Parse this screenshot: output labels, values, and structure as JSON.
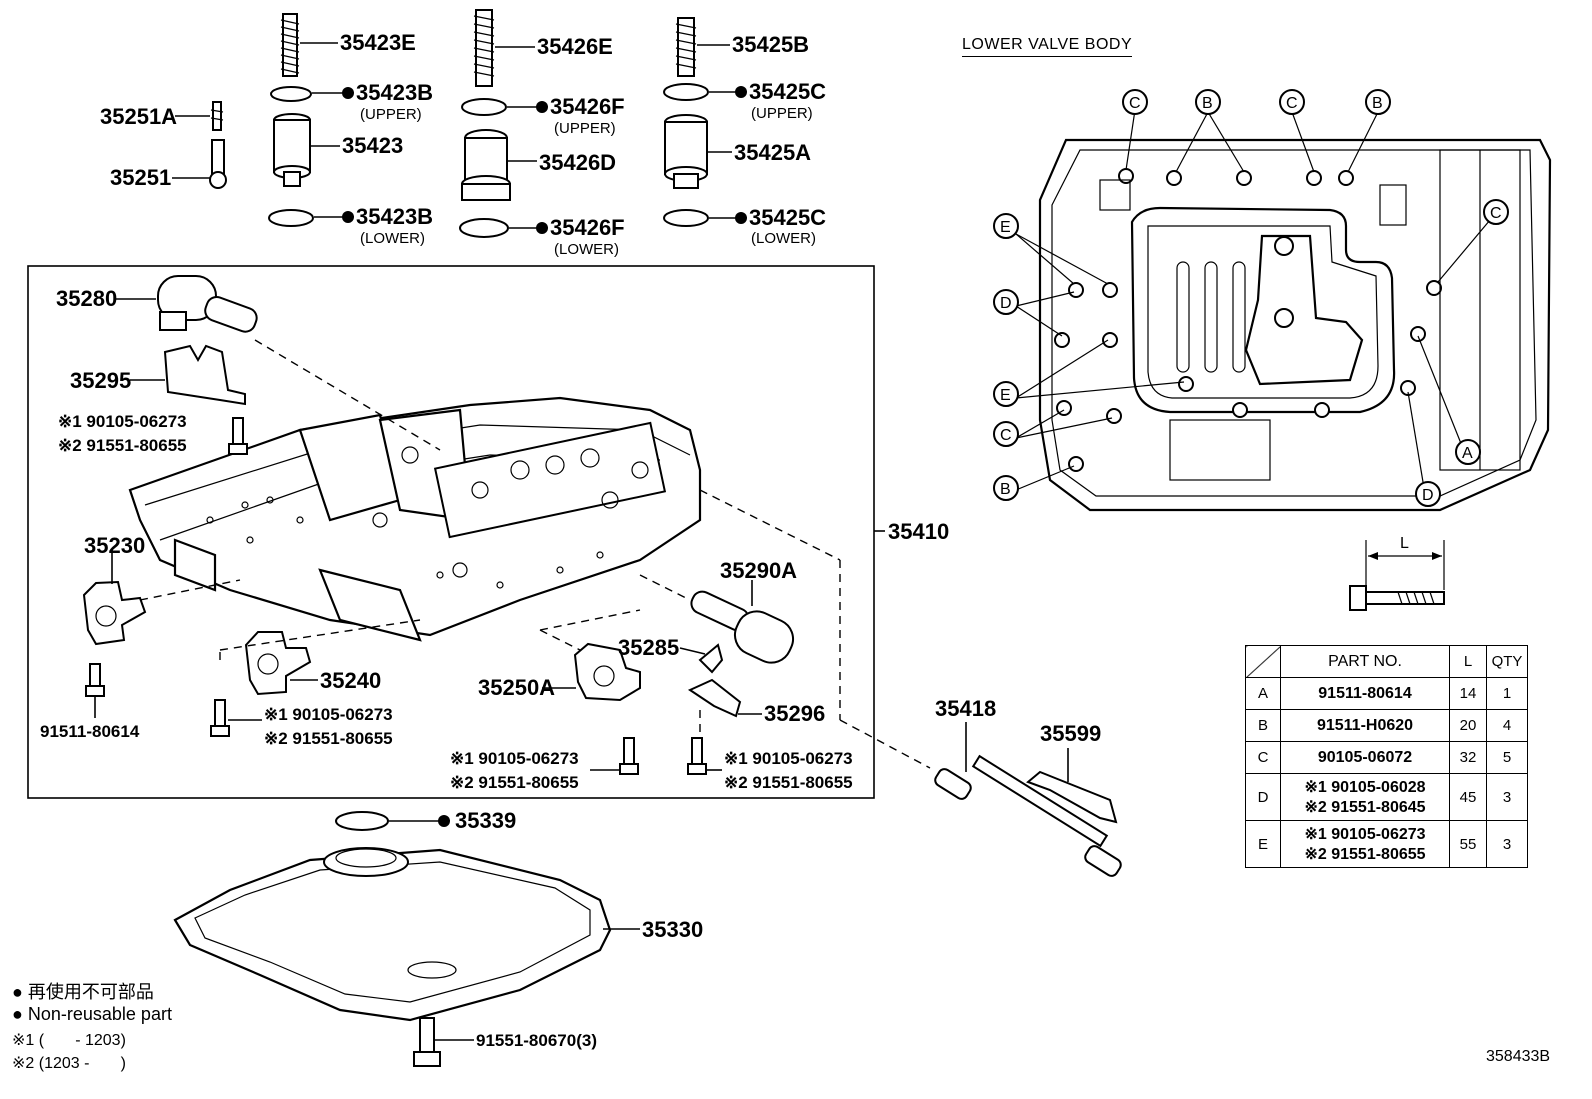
{
  "title": "LOWER VALVE BODY",
  "figure_id": "358433B",
  "callouts": {
    "p35423E": "35423E",
    "p35426E": "35426E",
    "p35425B": "35425B",
    "p35251A": "35251A",
    "p35423B_u": "35423B",
    "p35426F_u": "35426F",
    "p35425C_u": "35425C",
    "upper": "(UPPER)",
    "lower": "(LOWER)",
    "p35251": "35251",
    "p35423": "35423",
    "p35426D": "35426D",
    "p35425A": "35425A",
    "p35423B_l": "35423B",
    "p35426F_l": "35426F",
    "p35425C_l": "35425C",
    "p35280": "35280",
    "p35295": "35295",
    "b1": "※1 90105-06273",
    "b2": "※2 91551-80655",
    "p35410": "35410",
    "p35230": "35230",
    "p35290A": "35290A",
    "p35285": "35285",
    "p35240": "35240",
    "p35250A": "35250A",
    "p35296": "35296",
    "p91511_80614": "91511-80614",
    "p35418": "35418",
    "p35599": "35599",
    "p35339": "35339",
    "p35330": "35330",
    "p91551_80670": "91551-80670(3)",
    "L": "L"
  },
  "bolt_markers": [
    "A",
    "B",
    "C",
    "D",
    "E"
  ],
  "table": {
    "headers": [
      "PART NO.",
      "L",
      "QTY"
    ],
    "rows": [
      {
        "key": "A",
        "part1": "91511-80614",
        "part2": "",
        "L": "14",
        "qty": "1"
      },
      {
        "key": "B",
        "part1": "91511-H0620",
        "part2": "",
        "L": "20",
        "qty": "4"
      },
      {
        "key": "C",
        "part1": "90105-06072",
        "part2": "",
        "L": "32",
        "qty": "5"
      },
      {
        "key": "D",
        "part1": "※1 90105-06028",
        "part2": "※2 91551-80645",
        "L": "45",
        "qty": "3"
      },
      {
        "key": "E",
        "part1": "※1 90105-06273",
        "part2": "※2 91551-80655",
        "L": "55",
        "qty": "3"
      }
    ]
  },
  "legend": {
    "jp": "● 再使用不可部品",
    "en": "● Non-reusable part",
    "n1": "※1 (       - 1203)",
    "n2": "※2 (1203 -       )"
  }
}
